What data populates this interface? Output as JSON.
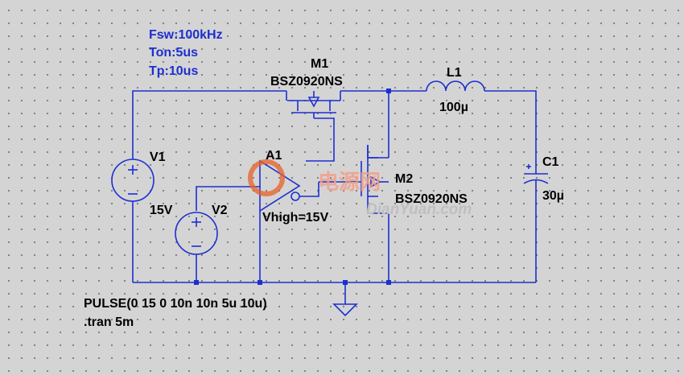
{
  "directives": {
    "freq": "Fsw:100kHz",
    "ton": "Ton:5us",
    "period": "Tp:10us",
    "pulse": "PULSE(0 15 0 10n 10n 5u 10u)",
    "tran": ".tran 5m"
  },
  "components": {
    "m1": {
      "ref": "M1",
      "model": "BSZ0920NS"
    },
    "m2": {
      "ref": "M2",
      "model": "BSZ0920NS"
    },
    "l1": {
      "ref": "L1",
      "value": "100µ"
    },
    "c1": {
      "ref": "C1",
      "value": "30µ"
    },
    "v1": {
      "ref": "V1",
      "value": "15V"
    },
    "v2": {
      "ref": "V2"
    },
    "a1": {
      "ref": "A1",
      "param": "Vhigh=15V"
    }
  },
  "watermark": {
    "cn": "电源网",
    "en": "DianYuan.com"
  },
  "colors": {
    "wire": "#1c2fd0",
    "background": "#d4d4d4",
    "grid_dot": "#7a7a7a",
    "directive_text": "#1c2fd0",
    "label_text": "#000000",
    "watermark_logo": "#e8602a"
  }
}
